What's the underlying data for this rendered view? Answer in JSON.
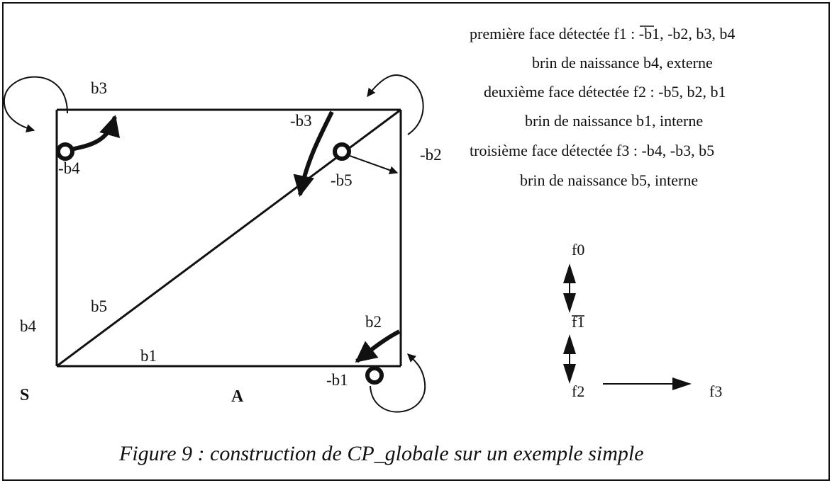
{
  "graph_labels": {
    "b3": "b3",
    "b4_neg": "-b4",
    "b3_neg": "-b3",
    "b5_neg": "-b5",
    "b2_neg": "-b2",
    "b5": "b5",
    "b4": "b4",
    "b2": "b2",
    "b1": "b1",
    "b1_neg": "-b1",
    "S": "S",
    "A": "A"
  },
  "face_list": [
    "première face détectée f1 : -b1, -b2, b3, b4",
    "brin de naissance b4, externe",
    "deuxième face détectée  f2 : -b5, b2, b1",
    "brin de naissance b1, interne",
    "troisième face détectée f3 : -b4, -b3, b5",
    "brin de naissance b5, interne"
  ],
  "tree": {
    "f0": "f0",
    "f1": "f1",
    "f2": "f2",
    "f3": "f3"
  },
  "caption": "Figure 9 : construction de CP_globale sur un exemple simple"
}
